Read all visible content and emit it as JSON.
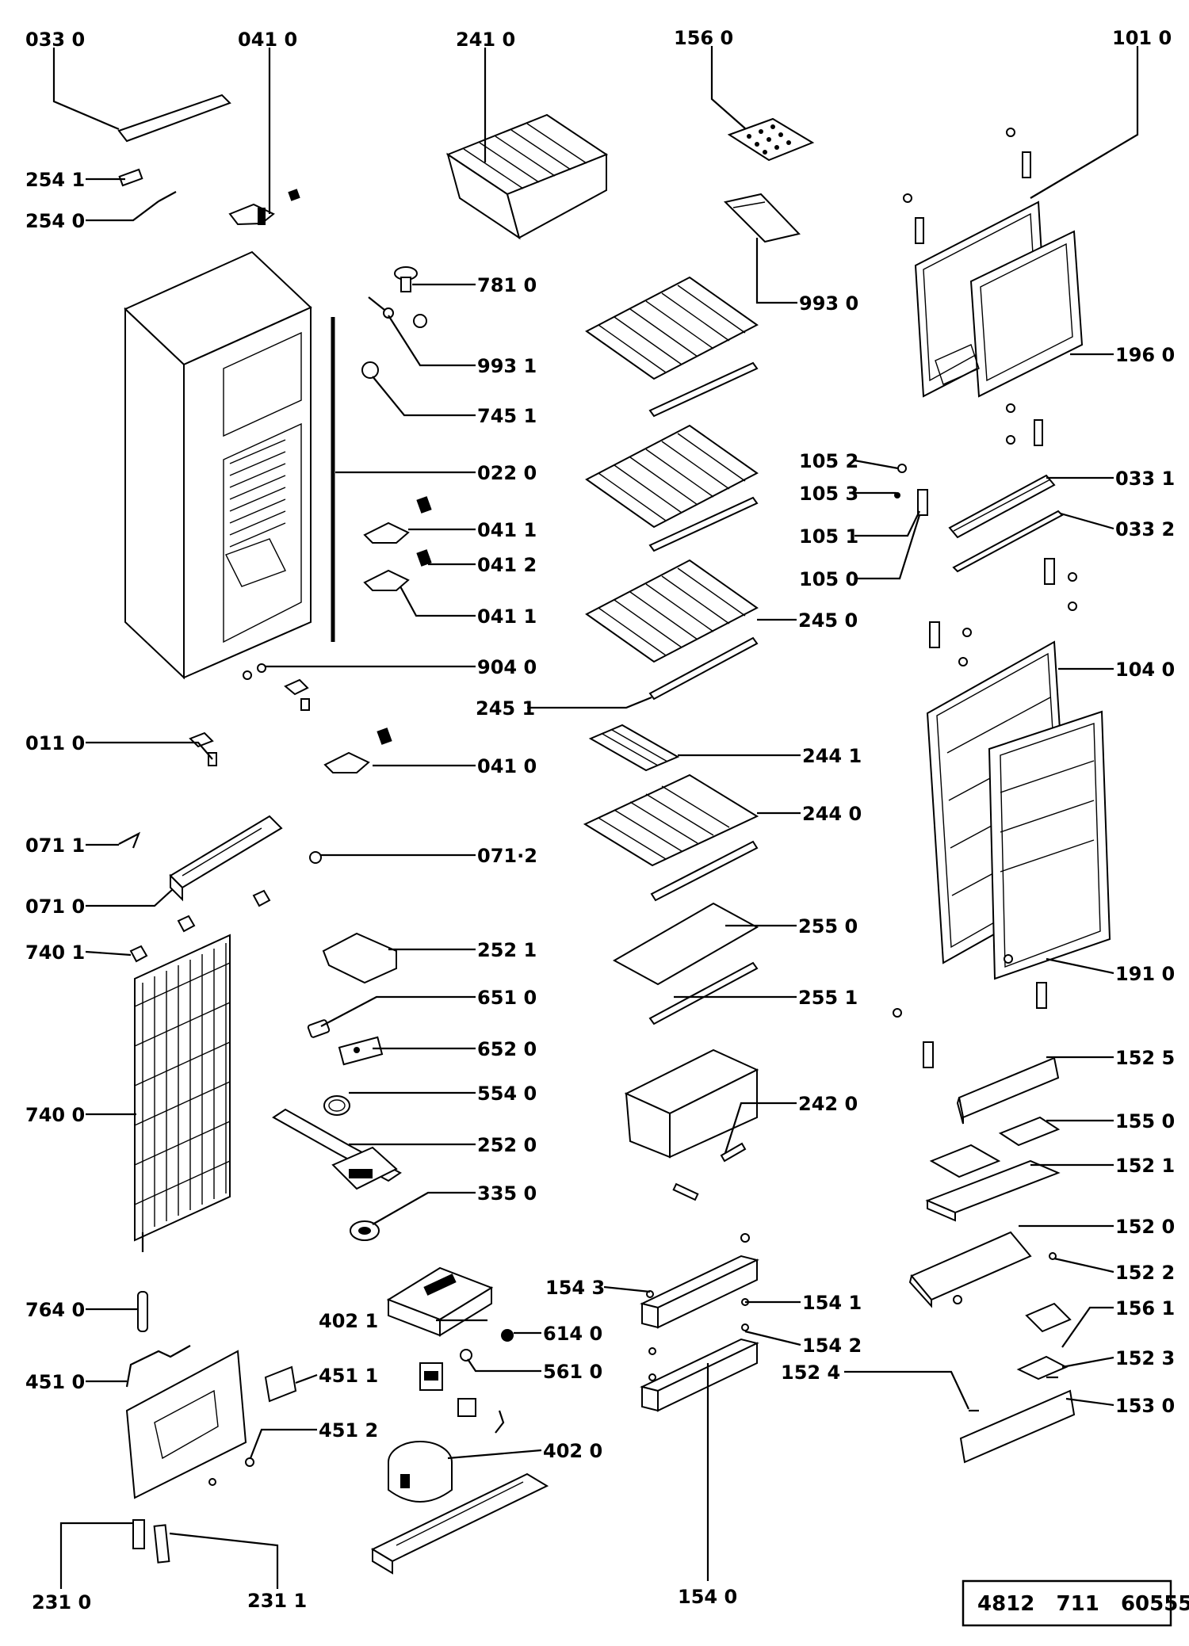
{
  "labels": [
    {
      "id": "033-0",
      "text": "033 0"
    },
    {
      "id": "041-0-top",
      "text": "041 0"
    },
    {
      "id": "241-0",
      "text": "241 0"
    },
    {
      "id": "156-0",
      "text": "156 0"
    },
    {
      "id": "101-0",
      "text": "101 0"
    },
    {
      "id": "254-1",
      "text": "254 1"
    },
    {
      "id": "254-0",
      "text": "254 0"
    },
    {
      "id": "781-0",
      "text": "781 0"
    },
    {
      "id": "993-0",
      "text": "993 0"
    },
    {
      "id": "993-1",
      "text": "993 1"
    },
    {
      "id": "196-0",
      "text": "196 0"
    },
    {
      "id": "745-1",
      "text": "745 1"
    },
    {
      "id": "022-0",
      "text": "022 0"
    },
    {
      "id": "105-2",
      "text": "105 2"
    },
    {
      "id": "105-3",
      "text": "105 3"
    },
    {
      "id": "033-1",
      "text": "033 1"
    },
    {
      "id": "041-1-a",
      "text": "041 1"
    },
    {
      "id": "105-1",
      "text": "105 1"
    },
    {
      "id": "033-2",
      "text": "033 2"
    },
    {
      "id": "041-2",
      "text": "041 2"
    },
    {
      "id": "105-0",
      "text": "105 0"
    },
    {
      "id": "041-1-b",
      "text": "041 1"
    },
    {
      "id": "245-0",
      "text": "245 0"
    },
    {
      "id": "904-0",
      "text": "904 0"
    },
    {
      "id": "104-0",
      "text": "104 0"
    },
    {
      "id": "245-1",
      "text": "245 1"
    },
    {
      "id": "011-0",
      "text": "011 0"
    },
    {
      "id": "244-1",
      "text": "244 1"
    },
    {
      "id": "041-0-mid",
      "text": "041 0"
    },
    {
      "id": "244-0",
      "text": "244 0"
    },
    {
      "id": "071-1",
      "text": "071 1"
    },
    {
      "id": "071-2",
      "text": "071·2"
    },
    {
      "id": "071-0",
      "text": "071 0"
    },
    {
      "id": "255-0",
      "text": "255 0"
    },
    {
      "id": "740-1",
      "text": "740 1"
    },
    {
      "id": "252-1",
      "text": "252 1"
    },
    {
      "id": "191-0",
      "text": "191 0"
    },
    {
      "id": "651-0",
      "text": "651 0"
    },
    {
      "id": "255-1",
      "text": "255 1"
    },
    {
      "id": "652-0",
      "text": "652 0"
    },
    {
      "id": "152-5",
      "text": "152 5"
    },
    {
      "id": "554-0",
      "text": "554 0"
    },
    {
      "id": "740-0",
      "text": "740 0"
    },
    {
      "id": "242-0",
      "text": "242 0"
    },
    {
      "id": "155-0",
      "text": "155 0"
    },
    {
      "id": "252-0",
      "text": "252 0"
    },
    {
      "id": "152-1",
      "text": "152 1"
    },
    {
      "id": "335-0",
      "text": "335 0"
    },
    {
      "id": "152-0",
      "text": "152 0"
    },
    {
      "id": "152-2",
      "text": "152 2"
    },
    {
      "id": "154-3",
      "text": "154 3"
    },
    {
      "id": "154-1",
      "text": "154 1"
    },
    {
      "id": "156-1",
      "text": "156 1"
    },
    {
      "id": "764-0",
      "text": "764 0"
    },
    {
      "id": "402-1",
      "text": "402 1"
    },
    {
      "id": "614-0",
      "text": "614 0"
    },
    {
      "id": "154-2",
      "text": "154 2"
    },
    {
      "id": "152-3",
      "text": "152 3"
    },
    {
      "id": "451-0",
      "text": "451 0"
    },
    {
      "id": "451-1",
      "text": "451 1"
    },
    {
      "id": "561-0",
      "text": "561 0"
    },
    {
      "id": "152-4",
      "text": "152 4"
    },
    {
      "id": "153-0",
      "text": "153 0"
    },
    {
      "id": "451-2",
      "text": "451 2"
    },
    {
      "id": "402-0",
      "text": "402 0"
    },
    {
      "id": "231-0",
      "text": "231 0"
    },
    {
      "id": "231-1",
      "text": "231 1"
    },
    {
      "id": "154-0",
      "text": "154 0"
    }
  ],
  "reference_number": "4812   711   60555"
}
